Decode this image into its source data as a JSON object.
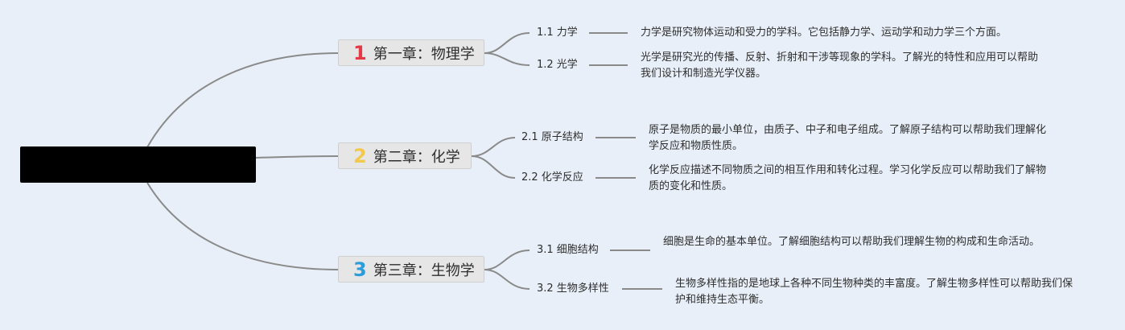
{
  "chapters": [
    {
      "number": "1",
      "title": "第一章：物理学",
      "color": "#e63946",
      "sections": [
        {
          "label": "1.1 力学",
          "desc": "力学是研究物体运动和受力的学科。它包括静力学、运动学和动力学三个方面。"
        },
        {
          "label": "1.2 光学",
          "desc": "光学是研究光的传播、反射、折射和干涉等现象的学科。了解光的特性和应用可以帮助我们设计和制造光学仪器。"
        }
      ]
    },
    {
      "number": "2",
      "title": "第二章：化学",
      "color": "#f2c94c",
      "sections": [
        {
          "label": "2.1 原子结构",
          "desc": "原子是物质的最小单位，由质子、中子和电子组成。了解原子结构可以帮助我们理解化学反应和物质性质。"
        },
        {
          "label": "2.2 化学反应",
          "desc": "化学反应描述不同物质之间的相互作用和转化过程。学习化学反应可以帮助我们了解物质的变化和性质。"
        }
      ]
    },
    {
      "number": "3",
      "title": "第三章：生物学",
      "color": "#2d9cdb",
      "sections": [
        {
          "label": "3.1 细胞结构",
          "desc": "细胞是生命的基本单位。了解细胞结构可以帮助我们理解生物的构成和生命活动。"
        },
        {
          "label": "3.2 生物多样性",
          "desc": "生物多样性指的是地球上各种不同生物种类的丰富度。了解生物多样性可以帮助我们保护和维持生态平衡。"
        }
      ]
    }
  ]
}
